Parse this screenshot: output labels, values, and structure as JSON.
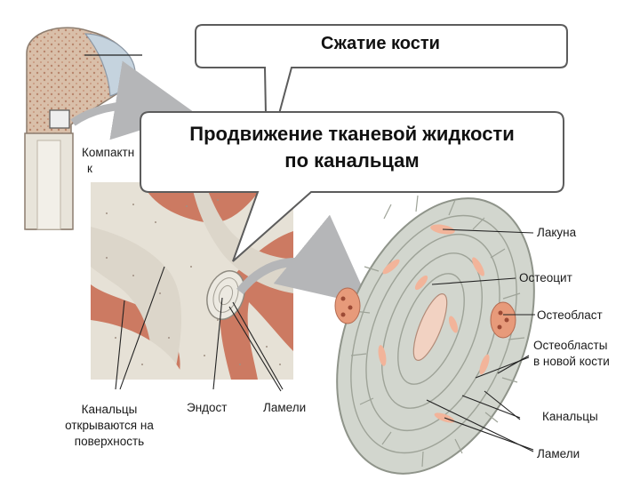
{
  "callouts": {
    "compression": "Сжатие кости",
    "fluid_line1": "Продвижение тканевой жидкости",
    "fluid_line2": "по канальцам"
  },
  "labels": {
    "compact_partial_1": "Компактн",
    "compact_partial_2": "к",
    "canaliculi_open_1": "Канальцы",
    "canaliculi_open_2": "открываются на",
    "canaliculi_open_3": "поверхность",
    "endosteum": "Эндост",
    "lamellae_mid": "Ламели",
    "lacuna": "Лакуна",
    "osteocyte": "Остеоцит",
    "osteoblast": "Остеобласт",
    "osteoblasts_new_1": "Остеобласты",
    "osteoblasts_new_2": "в новой кости",
    "canaliculi": "Канальцы",
    "lamellae": "Ламели"
  },
  "colors": {
    "bone": "#e6e1d6",
    "spongy": "#d4b8a3",
    "marrow": "#cc7a62",
    "cartilage": "#c5d3de",
    "osteon_cell": "#cdd0c6",
    "lacuna": "#f2b49a",
    "osteoblast": "#e79a7a"
  }
}
